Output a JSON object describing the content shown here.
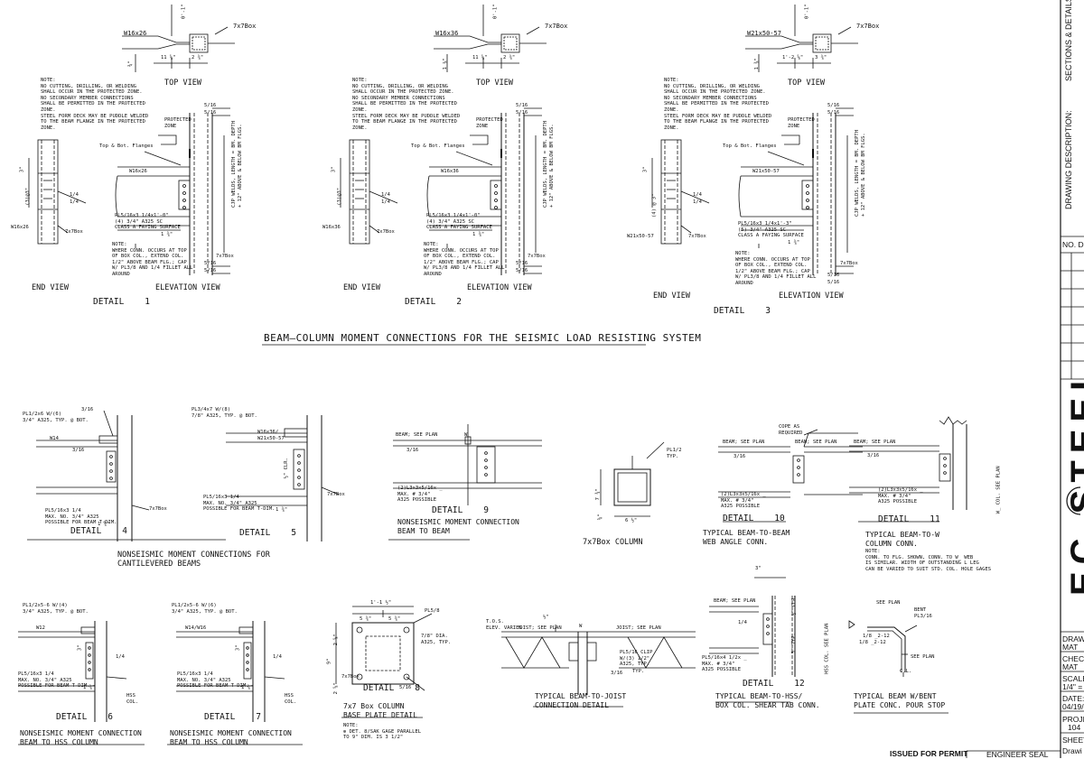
{
  "main_title": "BEAM–COLUMN MOMENT CONNECTIONS FOR THE SEISMIC LOAD RESISTING SYSTEM",
  "details": {
    "d1": {
      "label": "DETAIL",
      "num": "1"
    },
    "d2": {
      "label": "DETAIL",
      "num": "2"
    },
    "d3": {
      "label": "DETAIL",
      "num": "3"
    },
    "d4": {
      "label": "DETAIL",
      "num": "4"
    },
    "d5": {
      "label": "DETAIL",
      "num": "5"
    },
    "d6": {
      "label": "DETAIL",
      "num": "6"
    },
    "d7": {
      "label": "DETAIL",
      "num": "7"
    },
    "d8": {
      "label": "DETAIL",
      "num": "8"
    },
    "d9": {
      "label": "DETAIL",
      "num": "9"
    },
    "d10": {
      "label": "DETAIL",
      "num": "10"
    },
    "d11": {
      "label": "DETAIL",
      "num": "11"
    },
    "d12": {
      "label": "DETAIL",
      "num": "12"
    }
  },
  "views": {
    "top": "TOP VIEW",
    "end": "END VIEW",
    "elevation": "ELEVATION VIEW"
  },
  "common": {
    "box": "7x7Box",
    "tb_flanges": "Top & Bot. Flanges",
    "protected_zone": "PROTECTED\nZONE",
    "weld_516": "5/16",
    "weld_14": "1/4",
    "cjp": "CJP WELDS, LENGTH = BM. DEPTH\n+ 12\" ABOVE & BELOW BM FLGS.",
    "note_top": "NOTE:\nNO CUTTING, DRILLING, OR WELDING\nSHALL OCCUR IN THE PROTECTED ZONE.\nNO SECONDARY MEMBER CONNECTIONS\nSHALL BE PERMITTED IN THE PROTECTED\nZONE.\nSTEEL FORM DECK MAY BE PUDDLE WELDED\nTO THE BEAM FLANGE IN THE PROTECTED\nZONE.",
    "note_bot": "NOTE:\nWHERE CONN. OCCURS AT TOP\nOF BOX COL., EXTEND COL.\n1/2\" ABOVE BEAM FLG.; CAP\nW/ PL3/8 AND 1/4 FILLET ALL\nAROUND",
    "one_three_quarter": "1 ¾\"",
    "three_inch": "3\""
  },
  "d1_text": {
    "beam": "W16x26",
    "dim1": "11 ⅝\"",
    "dim2": "2 ¾\"",
    "plate": "PL5/16x3 1/4x1'-0\"\n(4) 3/4\" A325 SC\nCLASS A FAYING SURFACE",
    "bolt_sp": "(3)@3\"",
    "ev": "W16x26",
    "side": "0'-1\"",
    "d3": "¾\""
  },
  "d2_text": {
    "beam": "W16x36",
    "dim1": "11 ⅝\"",
    "dim2": "2 ¾\"",
    "plate": "PL5/16x3 1/4x1'-0\"\n(4) 3/4\" A325 SC\nCLASS A FAYING SURFACE",
    "bolt_sp": "(3)@3\"",
    "ev": "W16x36",
    "side": "0'-1\"",
    "d3": "1 ⅛\""
  },
  "d3_text": {
    "beam": "W21x50-57",
    "dim1": "1'-2 ⅝\"",
    "dim2": "3 ¾\"",
    "plate": "PL5/16x3 1/4x1'-3\"\n(5) 3/4\" A325 SC\nCLASS A FAYING SURFACE",
    "bolt_sp": "(4) @ 3\"",
    "ev": "W21x50-57",
    "side": "0'-1\"",
    "d3": "1 ⅜\""
  },
  "captions": {
    "c45": "NONSEISMIC MOMENT CONNECTIONS FOR\nCANTILEVERED BEAMS",
    "c6": "NONSEISMIC MOMENT CONNECTION\nBEAM TO HSS COLUMN",
    "c7": "NONSEISMIC MOMENT CONNECTION\nBEAM TO HSS COLUMN",
    "c8": "7x7 Box COLUMN\nBASE PLATE DETAIL",
    "c9": "NONSEISMIC MOMENT CONNECTION\nBEAM TO BEAM",
    "c_box": "7x7Box  COLUMN",
    "c10": "TYPICAL BEAM-TO-BEAM\nWEB ANGLE CONN.",
    "c11": "TYPICAL BEAM-TO-W\nCOLUMN CONN.",
    "c_joist": "TYPICAL BEAM-TO-JOIST\nCONNECTION DETAIL",
    "c12": "TYPICAL BEAM-TO-HSS/\nBOX COL. SHEAR TAB CONN.",
    "c_bent": "TYPICAL BEAM W/BENT\nPLATE CONC. POUR STOP"
  },
  "d4_text": {
    "pl": "PL1/2x6 W/(6)\n3/4\" A325, TYP. @ BOT.",
    "beam": "W14",
    "pl2": "PL5/16x3 1/4\nMAX. NO. 3/4\" A325\nPOSSIBLE FOR BEAM T-DIM.",
    "dim": "1 ¾\""
  },
  "d5_text": {
    "pl": "PL3/4x7 W/(8)\n7/8\" A325, TYP. @ BOT.",
    "beam": "W16x36/\nW21x50-57",
    "pl2": "PL5/16x3 1/4\nMAX. NO. 3/4\" A325\nPOSSIBLE FOR BEAM T-DIM.",
    "dim": "1 ¾\"",
    "clr": "½\" CLR."
  },
  "d6_text": {
    "pl": "PL1/2x5-6 W/(4)\n3/4\" A325, TYP. @ BOT.",
    "beam": "W12",
    "pl2": "PL5/16x3 1/4\nMAX. NO. 3/4\" A325\nPOSSIBLE FOR BEAM T-DIM.",
    "dim": "1 ¾\"",
    "hss": "HSS\nCOL."
  },
  "d7_text": {
    "pl": "PL1/2x5-6 W/(6)\n3/4\" A325, TYP. @ BOT.",
    "beam": "W14/W16",
    "pl2": "PL5/16x3 1/4\nMAX. NO. 3/4\" A325\nPOSSIBLE FOR BEAM T-DIM.",
    "dim": "1 ¾\"",
    "hss": "HSS\nCOL."
  },
  "d8_text": {
    "top": "1'-1 ½\"",
    "half1": "5 ¾\"",
    "half2": "5 ¾\"",
    "pl": "PL5/8",
    "holes": "7/8\" DIA.\nA325, TYP.",
    "note": "NOTE:\n⊕ DET. 8/SAK GAGE PARALLEL\nTO 9\" DIM. IS 3 1/2\"",
    "side": "9\"",
    "box": "7x7Box",
    "s1": "2 ⅝\"",
    "s2": "2 ⅝\""
  },
  "d9_text": {
    "beam": "BEAM; SEE PLAN",
    "w": "W",
    "clip": "(2)L3x3x5/16x _\nMAX. # 3/4\"\nA325 POSSIBLE"
  },
  "box_text": {
    "pl": "PL1/2\nTYP.",
    "dim": "7 ¾\"",
    "dim2": "6 ½\"",
    "d3": "⅝\""
  },
  "d10_text": {
    "beam1": "BEAM; SEE PLAN",
    "beam2": "BEAM; SEE PLAN",
    "cope": "COPE AS\nREQUIRED",
    "clip": "(2)L3x3x5/16x _\nMAX. # 3/4\"\nA325 POSSIBLE"
  },
  "d11_text": {
    "beam": "BEAM; SEE PLAN",
    "col": "W_ COL. SEE PLAN",
    "clip": "(2)L3x3x5/16x _\nMAX. # 3/4\"\nA325 POSSIBLE",
    "note": "NOTE:\nCONN. TO FLG. SHOWN, CONN. TO W_ WEB\nIS SIMILAR. WIDTH OF OUTSTANDING L LEG\nCAN BE VARIED TO SUIT STD. COL. HOLE GAGES"
  },
  "joist_text": {
    "tos": "T.O.S.\nELEV. VARIES",
    "j1": "JOIST; SEE PLAN",
    "j2": "JOIST; SEE PLAN",
    "w": "W",
    "clip": "PL5/16 CLIP\nW/(3) 1/2\"\nA325, TYP.",
    "w316": "3/16",
    "typ": "TYP.",
    "dim": "½\""
  },
  "d12_text": {
    "beam": "BEAM; SEE PLAN",
    "col": "HSS COL. SEE PLAN",
    "tab": "PL5/16x4 1/2x _\nMAX. # 3/4\"\nA325 POSSIBLE",
    "dim": "3\"",
    "clr": "½\" CLR.",
    "bolt": "3\" TYP."
  },
  "bent_text": {
    "plan": "SEE PLAN",
    "bent": "BENT\nPL3/16",
    "w1": "1/8 _2-12",
    "w2": "1/8 _2-12",
    "plan2": "SEE PLAN",
    "cl": "C.L."
  },
  "title_block": {
    "sections": "SECTIONS & DETAILS",
    "drawing_desc": "DRAWING DESCRIPTION:",
    "no": "NO. D",
    "logo": "EC STEEL",
    "drawn": "DRAW",
    "drawn_val": "MAT",
    "checked": "CHEC",
    "checked_val": "MAT",
    "scale": "SCALE",
    "scale_val": "1/4\" =",
    "date": "DATE:",
    "date_val": "04/19/",
    "project": "PROJE",
    "project_val": "104",
    "sheet": "SHEET",
    "sheet_val": "Drawi",
    "permit": "ISSUED FOR PERMIT",
    "seal": "ENGINEER SEAL"
  }
}
